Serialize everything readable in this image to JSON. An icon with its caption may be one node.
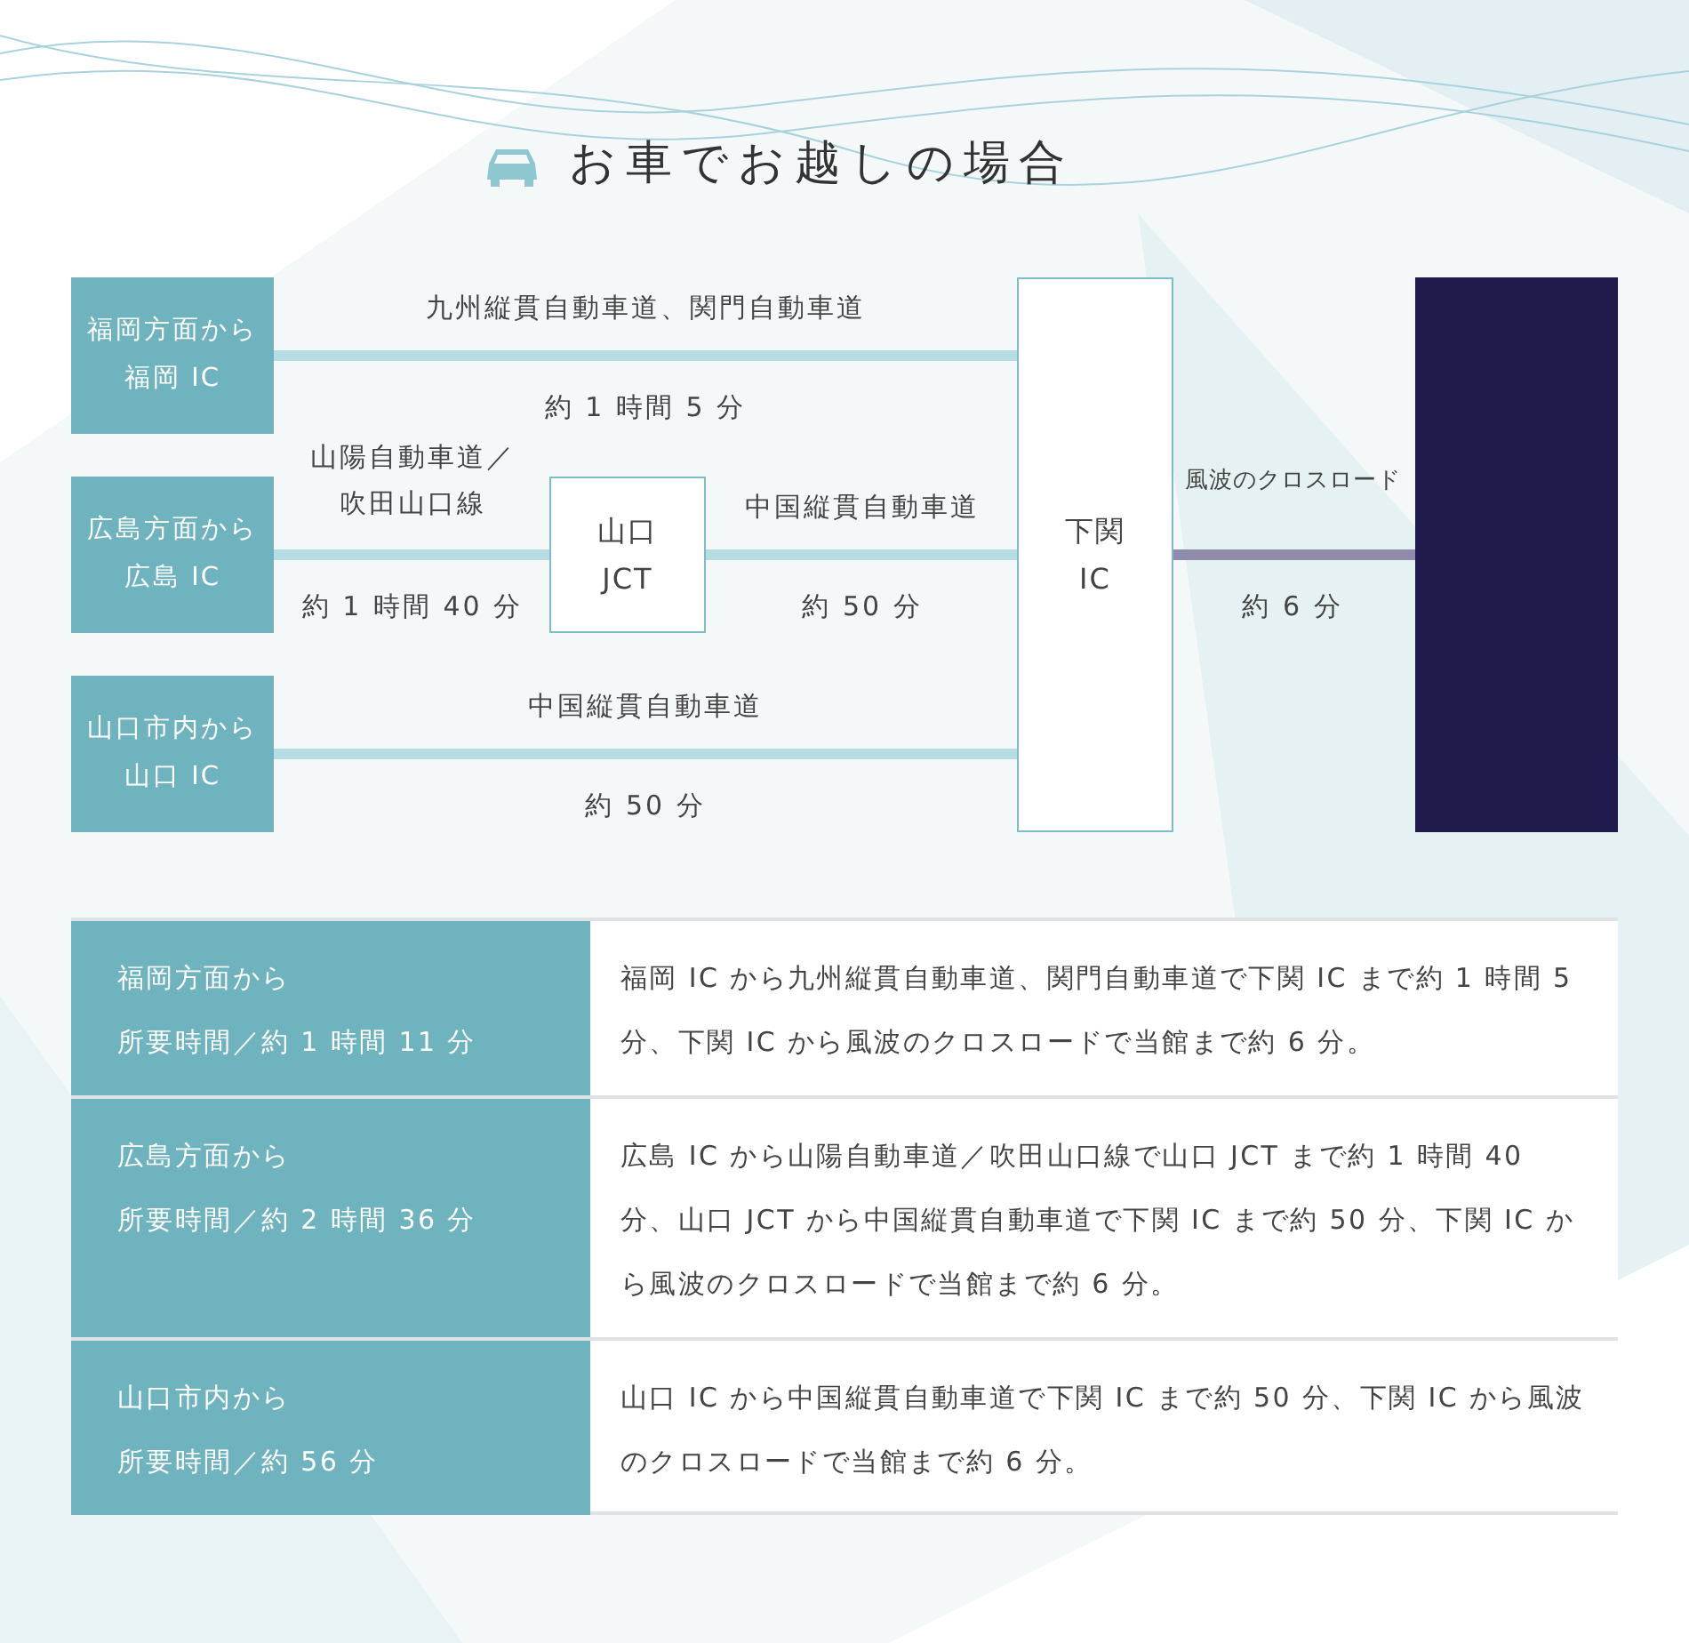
{
  "diagram": {
    "title": "お車でお越しの場合",
    "nodes": [
      {
        "text": [
          "福岡方面から",
          "福岡 IC"
        ]
      },
      {
        "text": [
          "広島方面から",
          "広島 IC"
        ]
      },
      {
        "text": [
          "山口市内から",
          "山口 IC"
        ]
      },
      {
        "text": [
          "山口",
          "JCT"
        ]
      },
      {
        "text": [
          "下関",
          "IC"
        ]
      },
      {
        "text": [],
        "shape": "box"
      }
    ],
    "edges": [
      {
        "from": 0,
        "to": 4,
        "arrow": "none",
        "label": "九州縦貫自動車道、関門自動車道"
      },
      {
        "from": 1,
        "to": 3,
        "arrow": "none",
        "label": "山陽自動車道／吹田山口線"
      },
      {
        "from": 3,
        "to": 4,
        "arrow": "none",
        "label": "中国縦貫自動車道"
      },
      {
        "from": 2,
        "to": 4,
        "arrow": "none",
        "label": "中国縦貫自動車道"
      },
      {
        "from": 4,
        "to": 5,
        "arrow": "none",
        "label": "風波のクロスロード",
        "color": "#8f8cab"
      }
    ],
    "labels": [
      "約 1 時間 5 分",
      "約 1 時間 40 分",
      "約 50 分",
      "約 6 分",
      "約 50 分",
      "福岡方面から",
      "所要時間／約 1 時間 11 分",
      "福岡 IC から九州縦貫自動車道、関門自動車道で下関 IC まで約 1 時間 5 分、下関 IC から風波のクロスロードで当館まで約 6 分。",
      "広島方面から",
      "所要時間／約 2 時間 36 分",
      "広島 IC から山陽自動車道／吹田山口線で山口 JCT まで約 1 時間 40 分、山口 JCT から中国縦貫自動車道で下関 IC まで約 50 分、下関 IC から風波のクロスロードで当館まで約 6 分。",
      "山口市内から",
      "所要時間／約 56 分",
      "山口 IC から中国縦貫自動車道で下関 IC まで約 50 分、下関 IC から風波のクロスロードで当館まで約 6 分。"
    ]
  }
}
